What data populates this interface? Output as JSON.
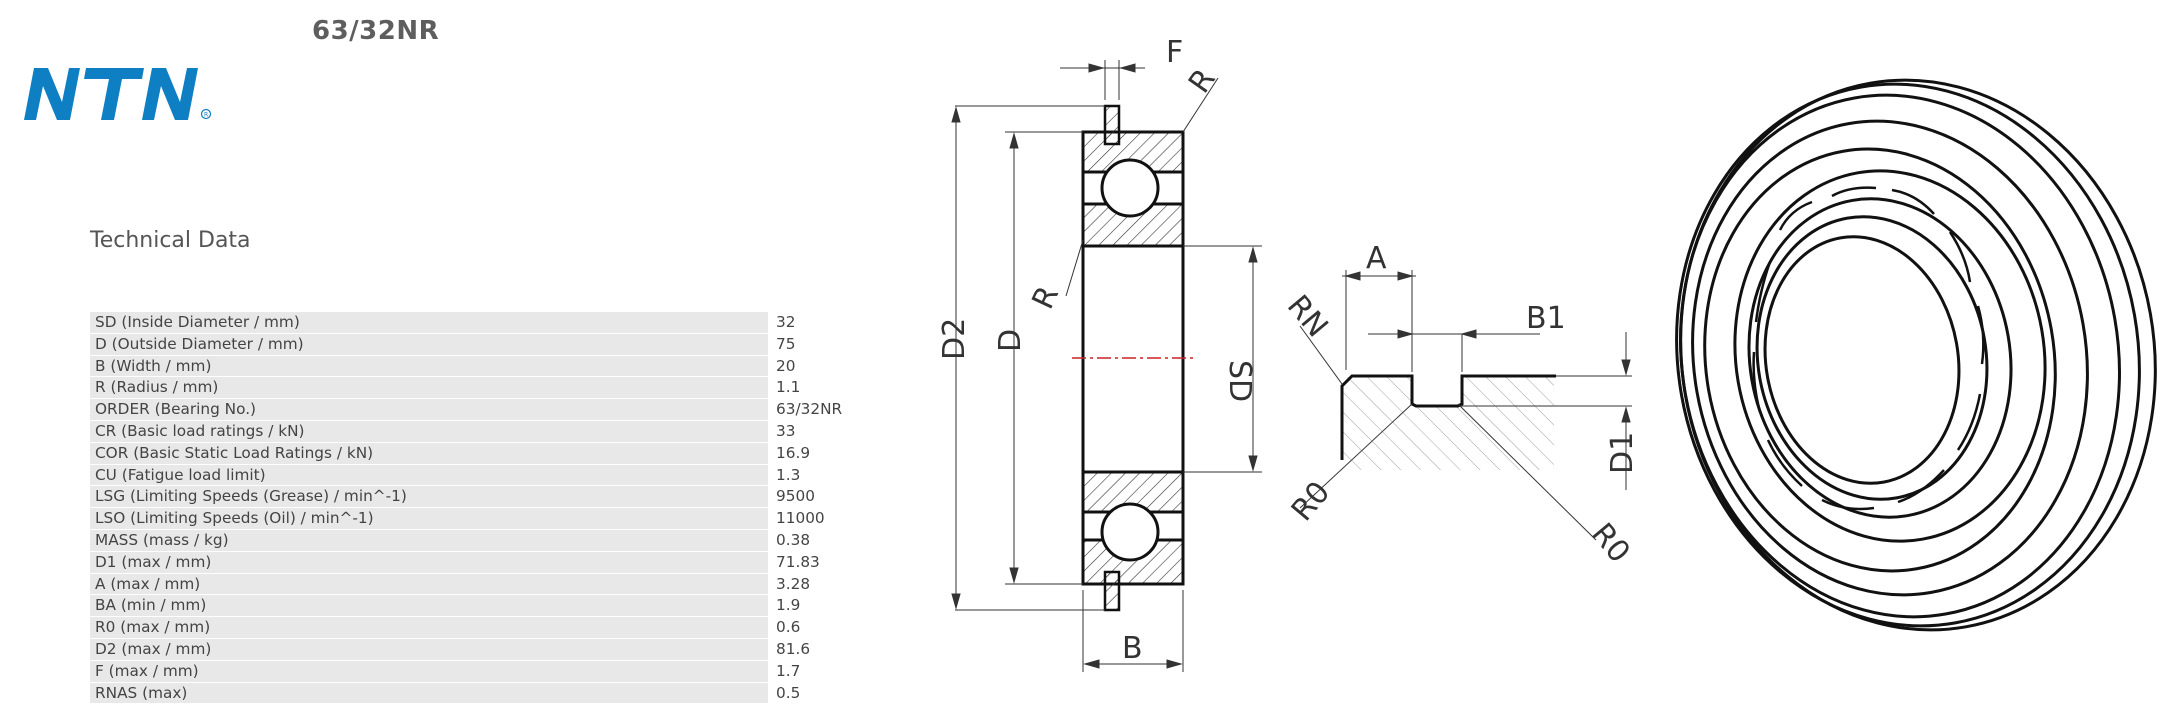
{
  "header": {
    "title": "63/32NR",
    "logo_text": "NTN"
  },
  "section_title": "Technical Data",
  "specs": [
    {
      "label": "SD (Inside Diameter / mm)",
      "value": "32"
    },
    {
      "label": "D (Outside Diameter / mm)",
      "value": "75"
    },
    {
      "label": "B (Width / mm)",
      "value": "20"
    },
    {
      "label": "R (Radius / mm)",
      "value": "1.1"
    },
    {
      "label": "ORDER (Bearing No.)",
      "value": "63/32NR"
    },
    {
      "label": "CR (Basic load ratings / kN)",
      "value": "33"
    },
    {
      "label": "COR (Basic Static Load Ratings / kN)",
      "value": "16.9"
    },
    {
      "label": "CU (Fatigue load limit)",
      "value": "1.3"
    },
    {
      "label": "LSG (Limiting Speeds (Grease) / min^-1)",
      "value": "9500"
    },
    {
      "label": "LSO (Limiting Speeds (Oil) / min^-1)",
      "value": "11000"
    },
    {
      "label": "MASS (mass / kg)",
      "value": "0.38"
    },
    {
      "label": "D1 (max / mm)",
      "value": "71.83"
    },
    {
      "label": "A (max / mm)",
      "value": "3.28"
    },
    {
      "label": "BA (min / mm)",
      "value": "1.9"
    },
    {
      "label": "R0 (max / mm)",
      "value": "0.6"
    },
    {
      "label": "D2 (max / mm)",
      "value": "81.6"
    },
    {
      "label": "F (max / mm)",
      "value": "1.7"
    },
    {
      "label": "RNAS (max)",
      "value": "0.5"
    }
  ],
  "drawing": {
    "labels": {
      "f": "F",
      "r_top": "R",
      "r_side": "R",
      "d2": "D2",
      "d": "D",
      "sd": "SD",
      "b": "B",
      "a": "A",
      "b1": "B1",
      "rn": "RN",
      "r0_left": "R0",
      "r0_right": "R0",
      "d1": "D1"
    }
  },
  "colors": {
    "logo_blue": "#0f7fc4",
    "row_bg": "#e8e8e8",
    "centerline_red": "#cc2222"
  }
}
